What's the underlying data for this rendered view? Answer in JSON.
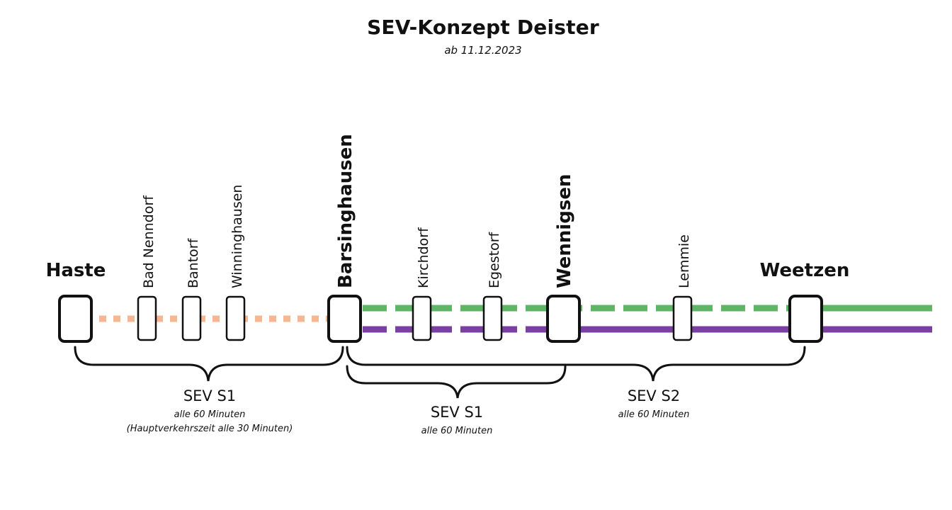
{
  "title": "SEV-Konzept Deister",
  "subtitle": "ab 11.12.2023",
  "colors": {
    "orange": "#f5b791",
    "green": "#5db565",
    "purple": "#7a3fa0",
    "stroke": "#111111"
  },
  "stations": [
    {
      "id": "haste",
      "name": "Haste",
      "major": true
    },
    {
      "id": "bad-nenndorf",
      "name": "Bad Nenndorf",
      "major": false
    },
    {
      "id": "bantorf",
      "name": "Bantorf",
      "major": false
    },
    {
      "id": "winninghausen",
      "name": "Winninghausen",
      "major": false
    },
    {
      "id": "barsinghausen",
      "name": "Barsinghausen",
      "major": true
    },
    {
      "id": "kirchdorf",
      "name": "Kirchdorf",
      "major": false
    },
    {
      "id": "egestorf",
      "name": "Egestorf",
      "major": false
    },
    {
      "id": "wennigsen",
      "name": "Wennigsen",
      "major": true
    },
    {
      "id": "lemmie",
      "name": "Lemmie",
      "major": false
    },
    {
      "id": "weetzen",
      "name": "Weetzen",
      "major": true
    }
  ],
  "services": [
    {
      "id": "sev-s1-west",
      "name": "SEV S1",
      "notes": [
        "alle 60 Minuten",
        "(Hauptverkehrszeit alle 30 Minuten)"
      ]
    },
    {
      "id": "sev-s1-east",
      "name": "SEV S1",
      "notes": [
        "alle 60 Minuten"
      ]
    },
    {
      "id": "sev-s2",
      "name": "SEV S2",
      "notes": [
        "alle 60 Minuten"
      ]
    }
  ]
}
